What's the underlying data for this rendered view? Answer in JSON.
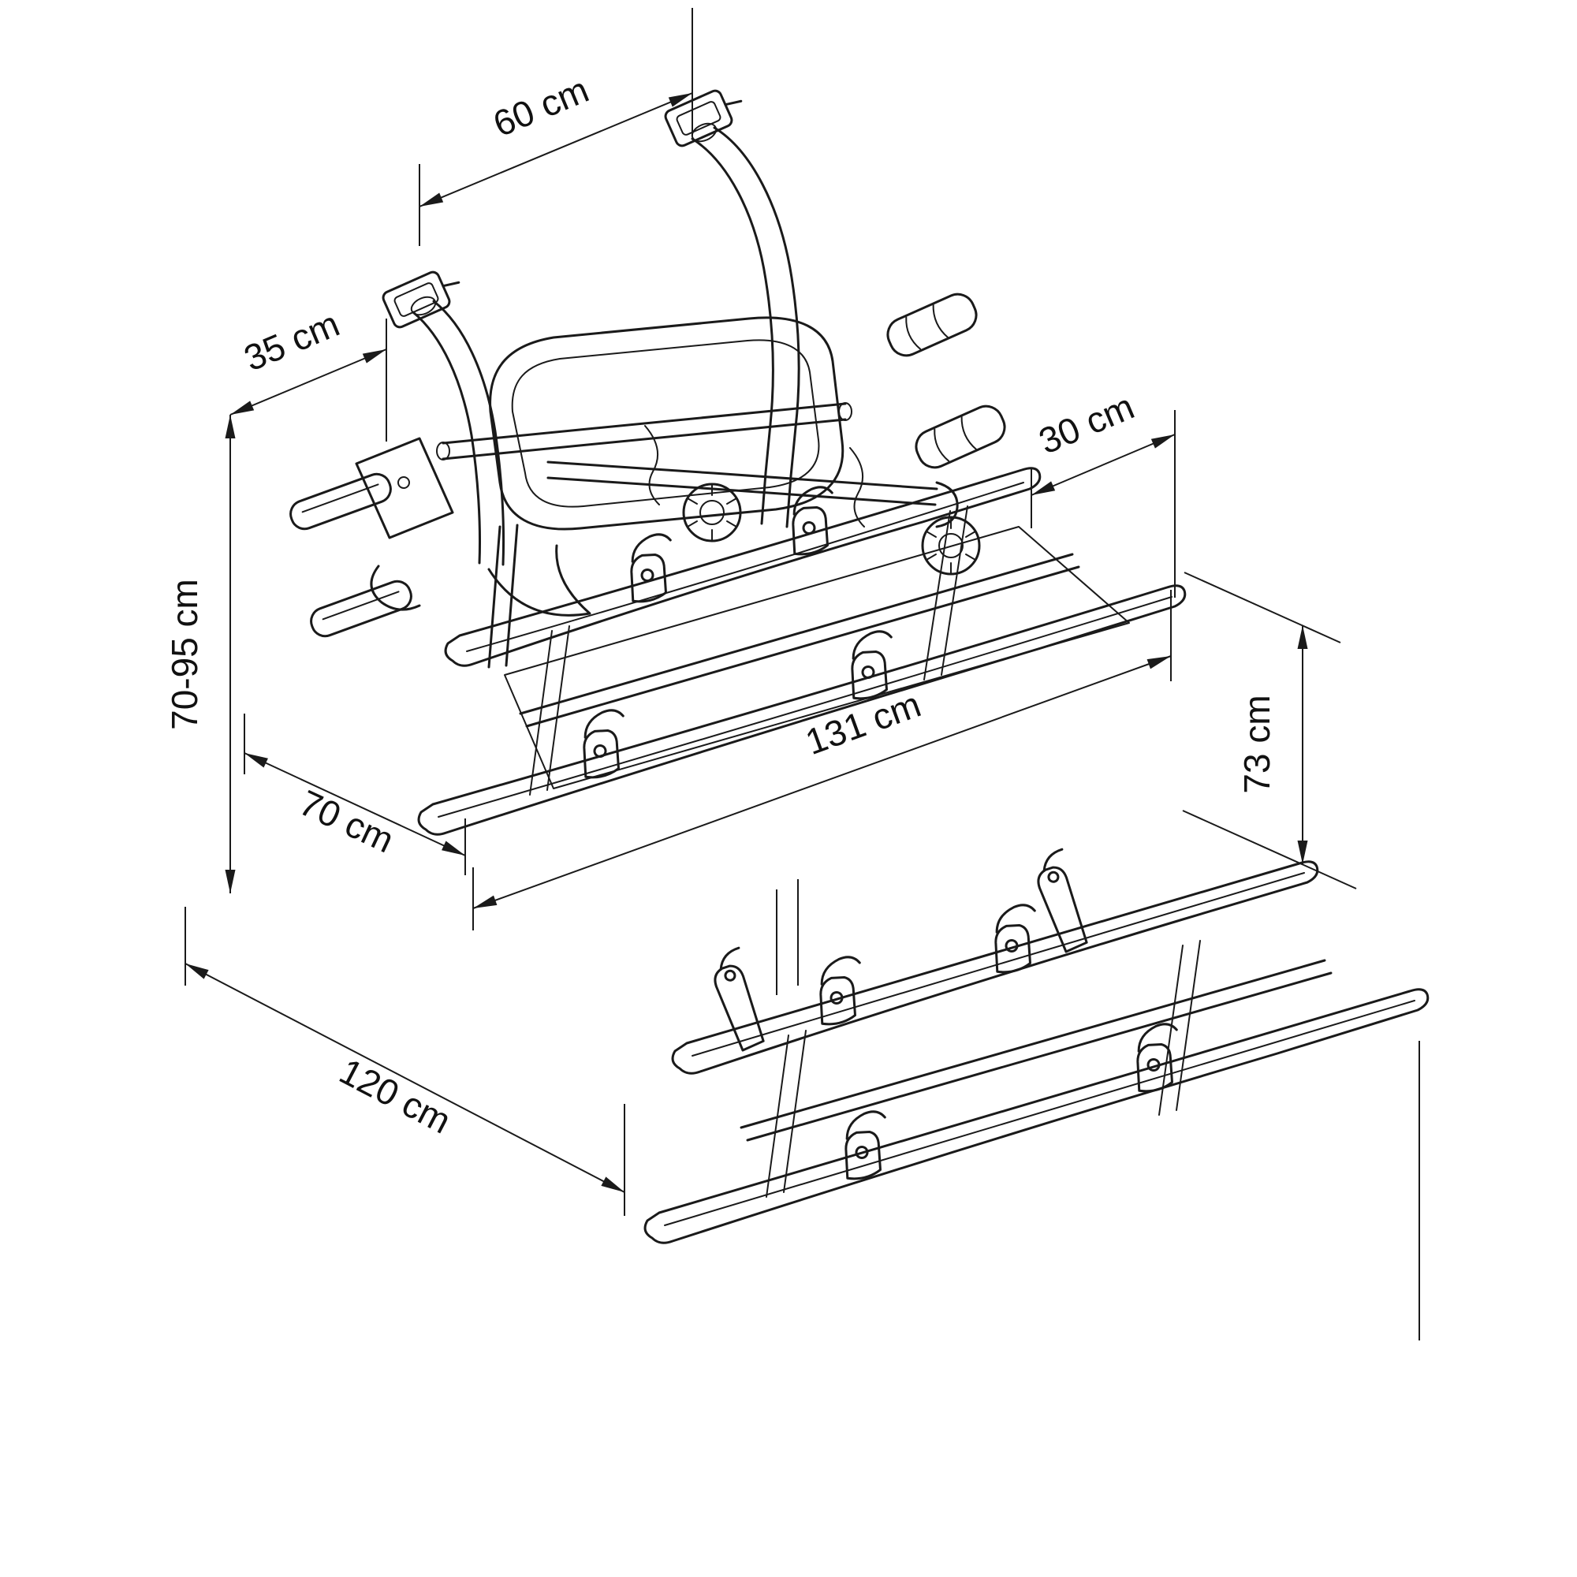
{
  "page": {
    "background": "#ffffff",
    "line_color": "#1a1a1a"
  },
  "diagram": {
    "type": "isometric-technical-drawing",
    "subject": "Wall-mounted bike carrier with two bike rails, mounting brackets and a detached rail pair, annotated with overall dimensions",
    "dimensions": {
      "top_bracket_spacing": {
        "label": "60 cm"
      },
      "bracket_offset": {
        "label": "35 cm"
      },
      "mounting_height_range": {
        "label": "70-95 cm"
      },
      "rail_end_spacing": {
        "label": "30 cm"
      },
      "rail_drop_height": {
        "label": "73 cm"
      },
      "rail_length": {
        "label": "131 cm"
      },
      "carrier_depth": {
        "label": "70 cm"
      },
      "carrier_width": {
        "label": "120 cm"
      }
    }
  }
}
